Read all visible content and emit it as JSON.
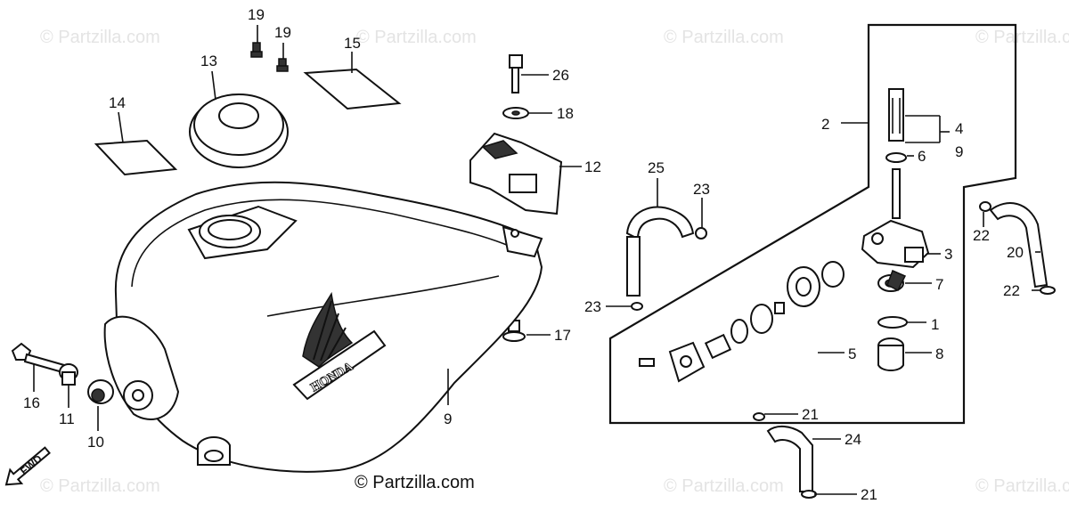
{
  "watermark": "© Partzilla.com",
  "copyright": "© Partzilla.com",
  "forward_label": "FWD",
  "tank_logo": "HONDA",
  "callouts": [
    {
      "id": "c1",
      "text": "1"
    },
    {
      "id": "c2",
      "text": "2"
    },
    {
      "id": "c3",
      "text": "3"
    },
    {
      "id": "c4",
      "text": "4"
    },
    {
      "id": "c5",
      "text": "5"
    },
    {
      "id": "c6",
      "text": "6"
    },
    {
      "id": "c7",
      "text": "7"
    },
    {
      "id": "c8",
      "text": "8"
    },
    {
      "id": "c9a",
      "text": "9"
    },
    {
      "id": "c9b",
      "text": "9"
    },
    {
      "id": "c10",
      "text": "10"
    },
    {
      "id": "c11",
      "text": "11"
    },
    {
      "id": "c12",
      "text": "12"
    },
    {
      "id": "c13",
      "text": "13"
    },
    {
      "id": "c14",
      "text": "14"
    },
    {
      "id": "c15",
      "text": "15"
    },
    {
      "id": "c16",
      "text": "16"
    },
    {
      "id": "c17",
      "text": "17"
    },
    {
      "id": "c18",
      "text": "18"
    },
    {
      "id": "c19a",
      "text": "19"
    },
    {
      "id": "c19b",
      "text": "19"
    },
    {
      "id": "c20",
      "text": "20"
    },
    {
      "id": "c21a",
      "text": "21"
    },
    {
      "id": "c21b",
      "text": "21"
    },
    {
      "id": "c22a",
      "text": "22"
    },
    {
      "id": "c22b",
      "text": "22"
    },
    {
      "id": "c23a",
      "text": "23"
    },
    {
      "id": "c23b",
      "text": "23"
    },
    {
      "id": "c24",
      "text": "24"
    },
    {
      "id": "c25",
      "text": "25"
    },
    {
      "id": "c26",
      "text": "26"
    }
  ]
}
